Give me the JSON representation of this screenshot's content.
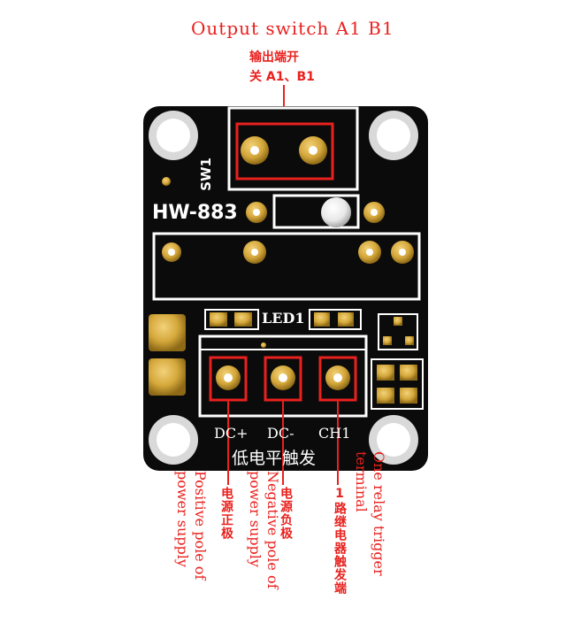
{
  "top_label_en": "Output switch A1 B1",
  "top_label_cn_line1": "输出端开",
  "top_label_cn_line2": "关 A1、B1",
  "board": {
    "model": "HW-883",
    "switch_ref": "SW1",
    "led_ref": "LED1",
    "pins": [
      "DC+",
      "DC-",
      "CH1"
    ],
    "bottom_cn": "低电平触发"
  },
  "annotations": {
    "dc_plus_cn": "电源正极",
    "dc_plus_en": "Positive pole of power supply",
    "dc_minus_cn": "电源负极",
    "dc_minus_en": "Negative pole of power supply",
    "ch1_cn": "1路继电器触发端",
    "ch1_en": "One relay trigger terminal"
  },
  "colors": {
    "board": "#0b0b0b",
    "pad_gold": "#d4a73a",
    "annotation_red": "#e8211e"
  }
}
